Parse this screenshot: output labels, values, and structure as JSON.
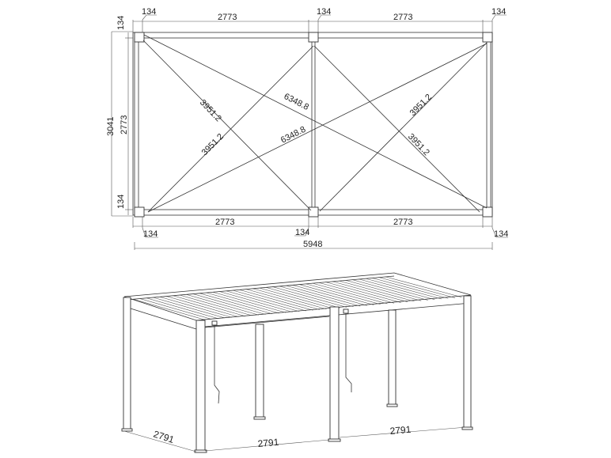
{
  "plan_view": {
    "top_dims": {
      "post_left": "134",
      "span_left": "2773",
      "post_mid": "134",
      "span_right": "2773",
      "post_right": "134"
    },
    "bottom_dims": {
      "post_left": "134",
      "span_left": "2773",
      "post_mid": "134",
      "span_right": "2773",
      "post_right": "134",
      "overall_width": "5948"
    },
    "side_dims": {
      "post_top": "134",
      "overall_depth": "3041",
      "span_depth": "2773",
      "post_bottom": "134"
    },
    "diagonals": {
      "bay_left_a": "3951.2",
      "bay_left_b": "3951.2",
      "full_a": "6348.8",
      "full_b": "6348.8",
      "bay_right_a": "3951.2",
      "bay_right_b": "3951.2"
    }
  },
  "perspective_view": {
    "depth_dim": "2791",
    "front_left_dim": "2791",
    "front_right_dim": "2791"
  }
}
